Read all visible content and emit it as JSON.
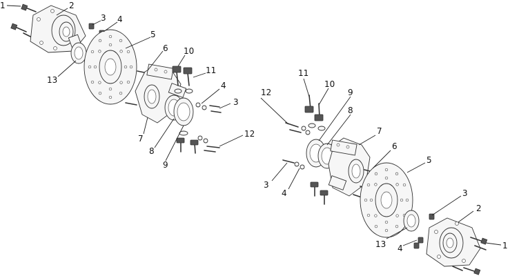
{
  "assemblies": [
    {
      "side": "left",
      "callouts": [
        {
          "id": "l1",
          "text": "1"
        },
        {
          "id": "l2",
          "text": "2"
        },
        {
          "id": "l3a",
          "text": "3"
        },
        {
          "id": "l4a",
          "text": "4"
        },
        {
          "id": "l5",
          "text": "5"
        },
        {
          "id": "l6",
          "text": "6"
        },
        {
          "id": "l10",
          "text": "10"
        },
        {
          "id": "l11",
          "text": "11"
        },
        {
          "id": "l13",
          "text": "13"
        },
        {
          "id": "l4b",
          "text": "4"
        },
        {
          "id": "l3b",
          "text": "3"
        },
        {
          "id": "l7",
          "text": "7"
        },
        {
          "id": "l8",
          "text": "8"
        },
        {
          "id": "l9",
          "text": "9"
        },
        {
          "id": "l12",
          "text": "12"
        }
      ]
    },
    {
      "side": "right",
      "callouts": [
        {
          "id": "r11",
          "text": "11"
        },
        {
          "id": "r10",
          "text": "10"
        },
        {
          "id": "r12",
          "text": "12"
        },
        {
          "id": "r9",
          "text": "9"
        },
        {
          "id": "r8",
          "text": "8"
        },
        {
          "id": "r7",
          "text": "7"
        },
        {
          "id": "r6",
          "text": "6"
        },
        {
          "id": "r5",
          "text": "5"
        },
        {
          "id": "r3a",
          "text": "3"
        },
        {
          "id": "r4a",
          "text": "4"
        },
        {
          "id": "r3b",
          "text": "3"
        },
        {
          "id": "r2",
          "text": "2"
        },
        {
          "id": "r13",
          "text": "13"
        },
        {
          "id": "r4b",
          "text": "4"
        },
        {
          "id": "r1",
          "text": "1"
        }
      ]
    }
  ]
}
